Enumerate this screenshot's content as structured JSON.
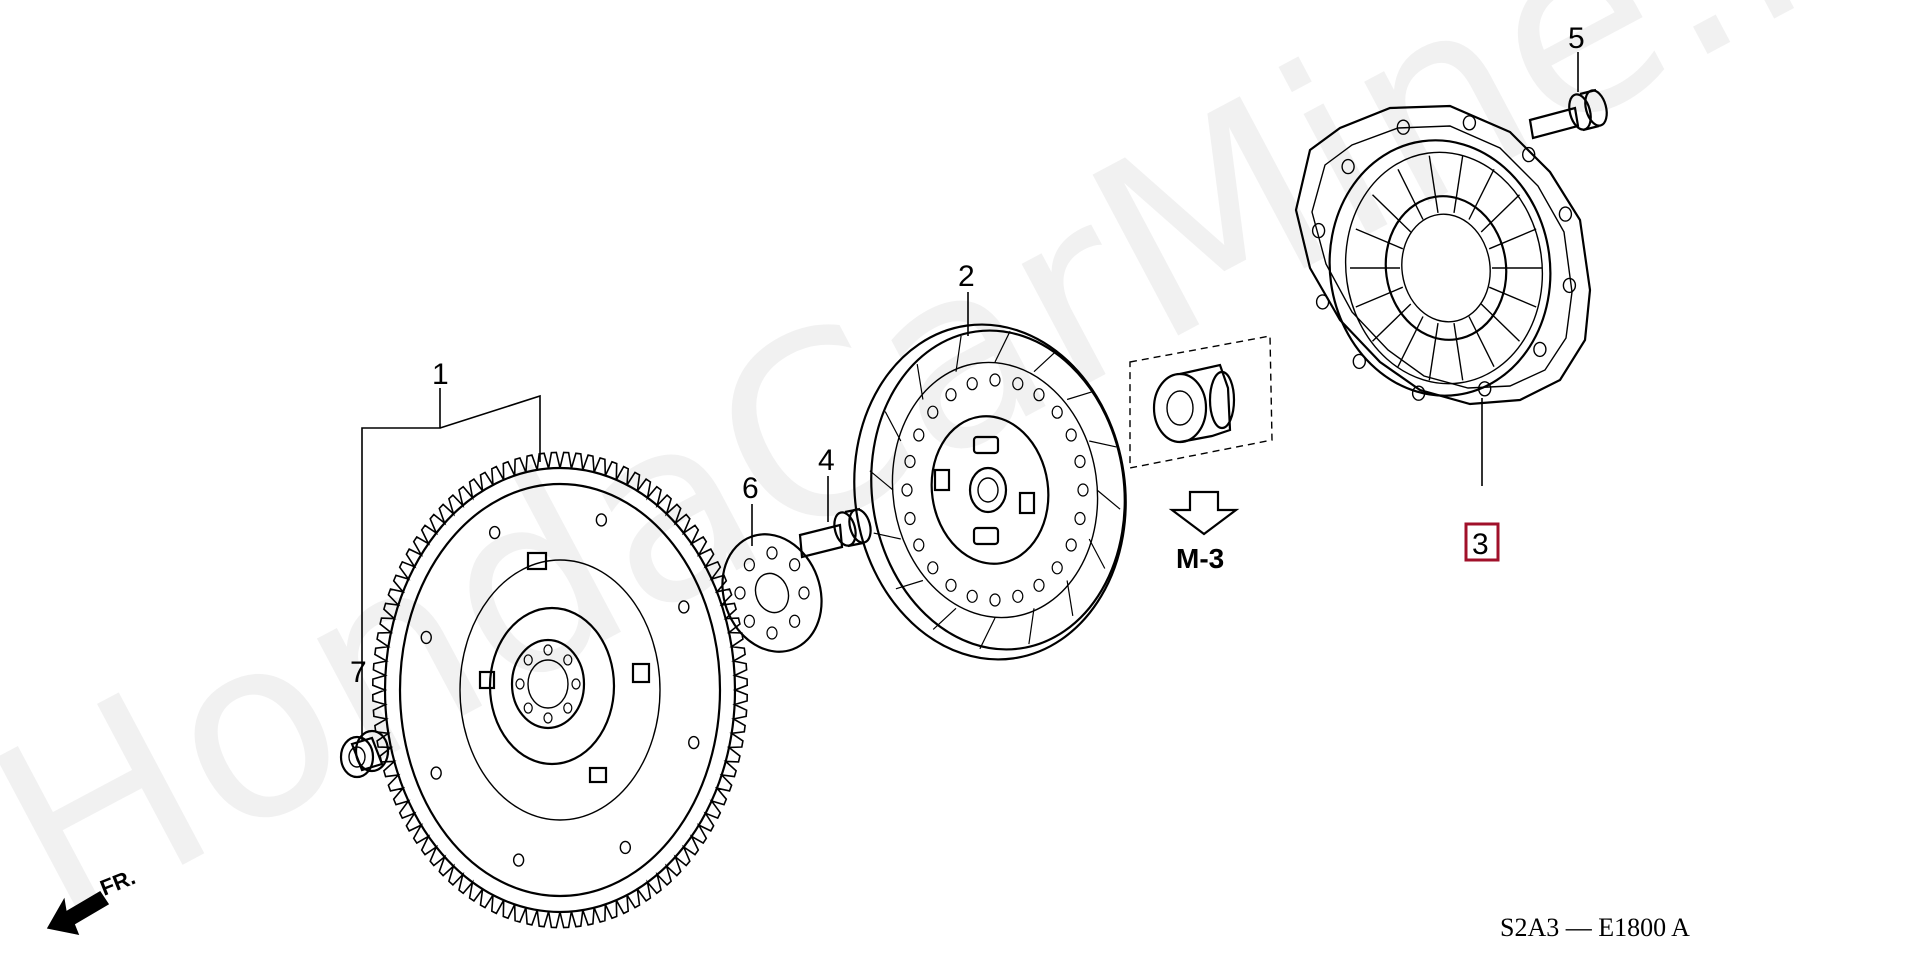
{
  "diagram": {
    "watermark": "HondaCarMine.ru",
    "callouts": [
      {
        "id": "part-1",
        "label": "1"
      },
      {
        "id": "part-2",
        "label": "2"
      },
      {
        "id": "part-3",
        "label": "3"
      },
      {
        "id": "part-4",
        "label": "4"
      },
      {
        "id": "part-5",
        "label": "5"
      },
      {
        "id": "part-6",
        "label": "6"
      },
      {
        "id": "part-7",
        "label": "7"
      }
    ],
    "highlight_color": "#a0102a",
    "reference_label": "M-3",
    "front_label": "FR.",
    "diagram_code": "S2A3 — E1800 A"
  }
}
